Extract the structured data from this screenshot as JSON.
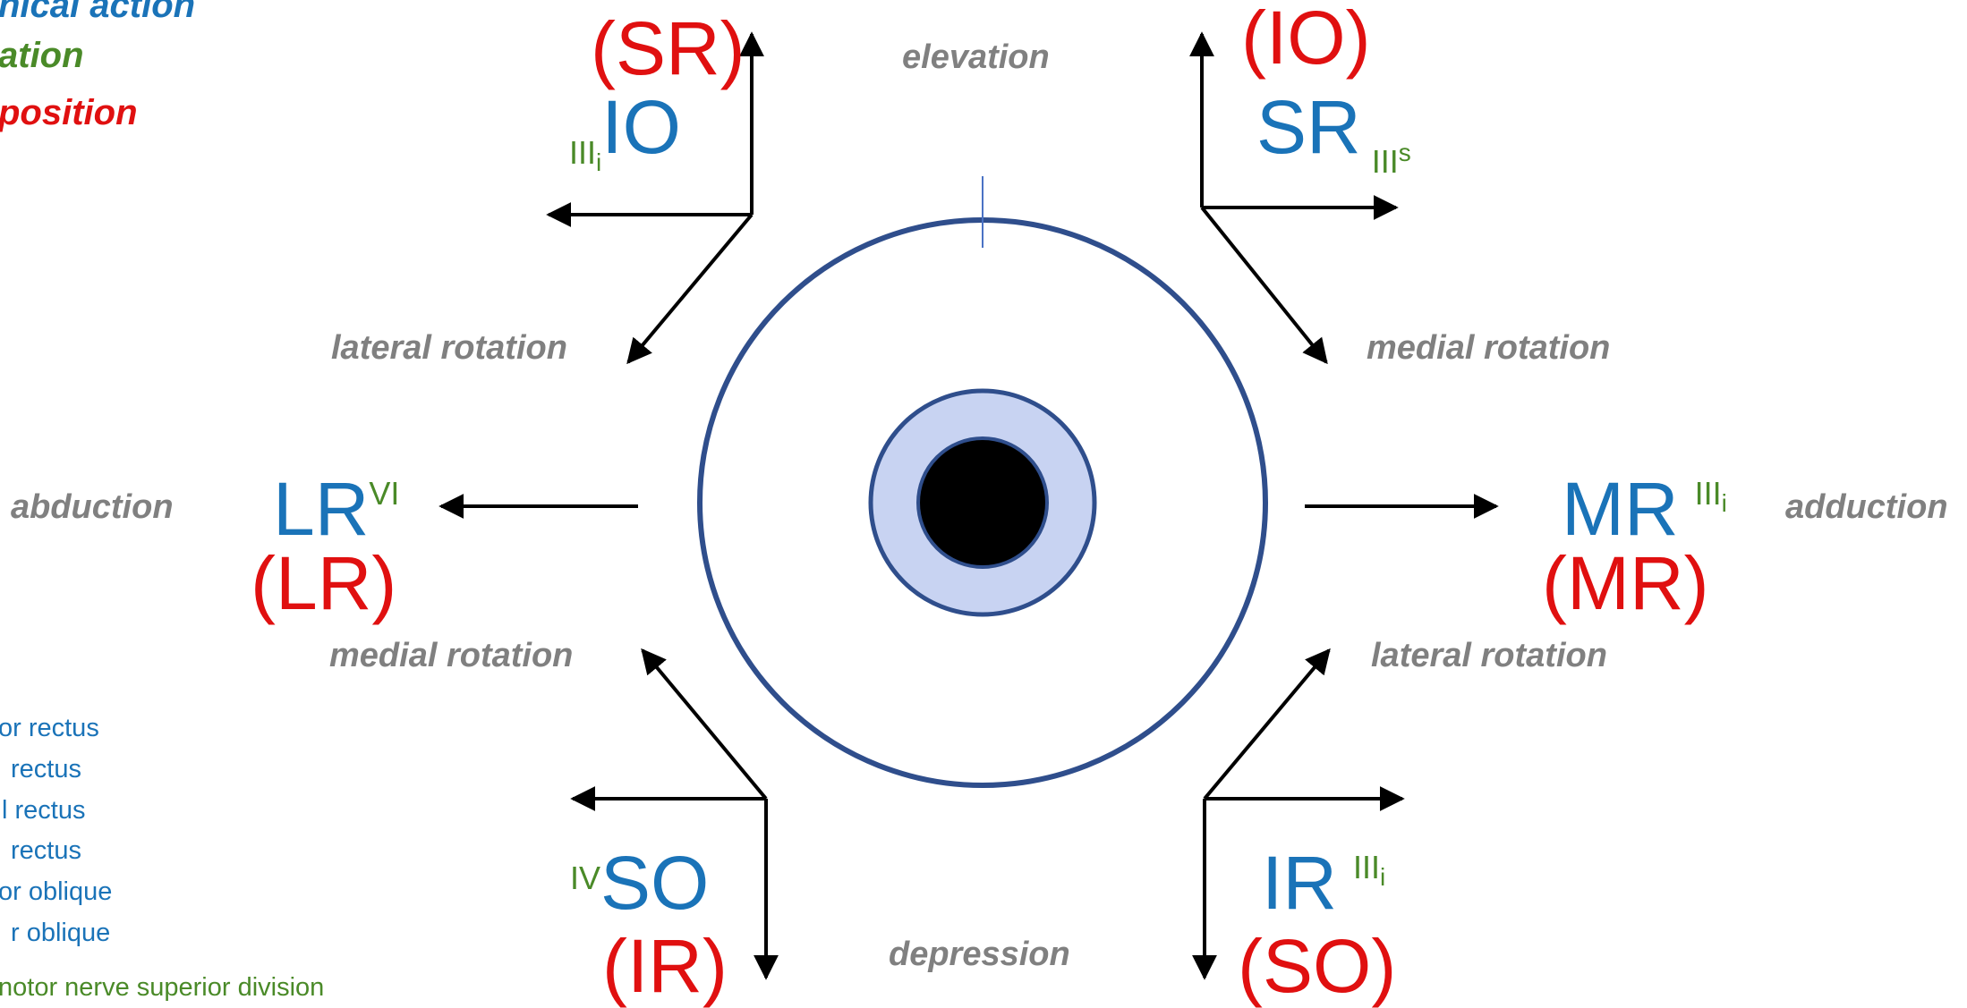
{
  "legend_top": {
    "line1": "nical action",
    "line2": "ation",
    "line3": " position"
  },
  "actions": {
    "elevation": "elevation",
    "depression": "depression",
    "abduction": "abduction",
    "adduction": "adduction",
    "lateral_rotation_ul": "lateral rotation",
    "medial_rotation_ur": "medial rotation",
    "medial_rotation_ll": "medial rotation",
    "lateral_rotation_lr": "lateral rotation"
  },
  "muscles": {
    "ul": {
      "clinical": "(SR)",
      "anatomical": "IO",
      "nerve_main": "III",
      "nerve_sub": "i"
    },
    "ur": {
      "clinical": "(IO)",
      "anatomical": "SR",
      "nerve_main": "III",
      "nerve_sup": "s"
    },
    "left": {
      "anatomical": "LR",
      "nerve": "VI",
      "clinical": "(LR)"
    },
    "right": {
      "anatomical": "MR",
      "nerve_main": "III",
      "nerve_sub": "i",
      "clinical": "(MR)"
    },
    "ll": {
      "nerve": "IV",
      "anatomical": "SO",
      "clinical": "(IR)"
    },
    "lr": {
      "anatomical": "IR",
      "nerve_main": "III",
      "nerve_sub": "i",
      "clinical": "(SO)"
    }
  },
  "abbrev_legend": [
    "or rectus",
    "rectus",
    "l rectus",
    "rectus",
    "or oblique",
    "r oblique"
  ],
  "nerve_legend": "notor nerve superior division",
  "colors": {
    "anatomical": "#1a73b8",
    "clinical": "#e01010",
    "nerve": "#4a8a28",
    "action": "#808080",
    "eye_outline": "#2f4e8c",
    "iris": "#c8d3f2",
    "pupil": "#000000"
  }
}
